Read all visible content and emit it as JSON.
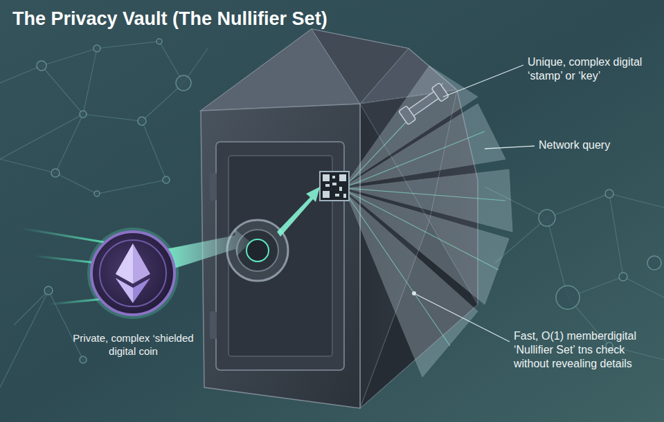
{
  "diagram": {
    "title": "The Privacy Vault (The Nullifier Set)",
    "labels": [
      "Unique, complex digital ‘stamp’ or ‘key’",
      "Network query",
      "Fast, O(1) memberdigital ‘Nullifier Set’ tns check without revealing details",
      "Private, complex ‘shielded digital coin"
    ]
  }
}
